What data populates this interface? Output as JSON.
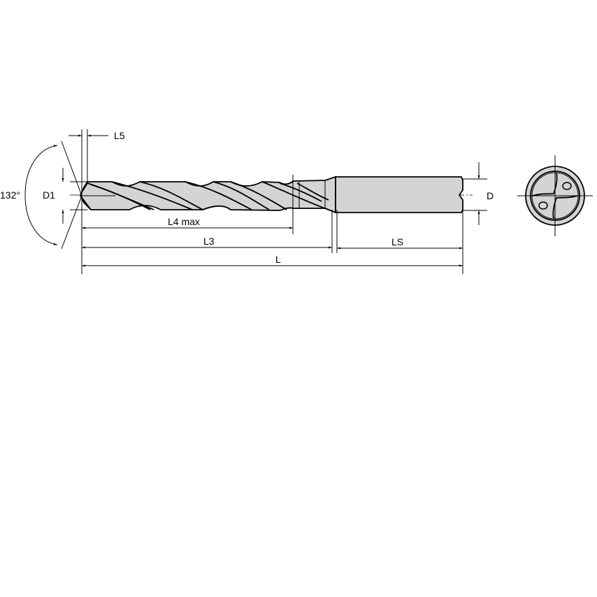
{
  "drawing": {
    "title": "Solid carbide twist drill dimension drawing",
    "colors": {
      "body_fill": "#d4d4d4",
      "line": "#000000",
      "background": "#ffffff"
    },
    "dimensions": {
      "point_angle": "132°",
      "cut_diameter": "D1",
      "point_length": "L5",
      "flute_length": "L4 max",
      "usable_length": "L3",
      "shank_length": "LS",
      "overall_length": "L",
      "shank_diameter": "D"
    },
    "views": {
      "side_view": "side-view",
      "end_view": "end-view"
    }
  }
}
